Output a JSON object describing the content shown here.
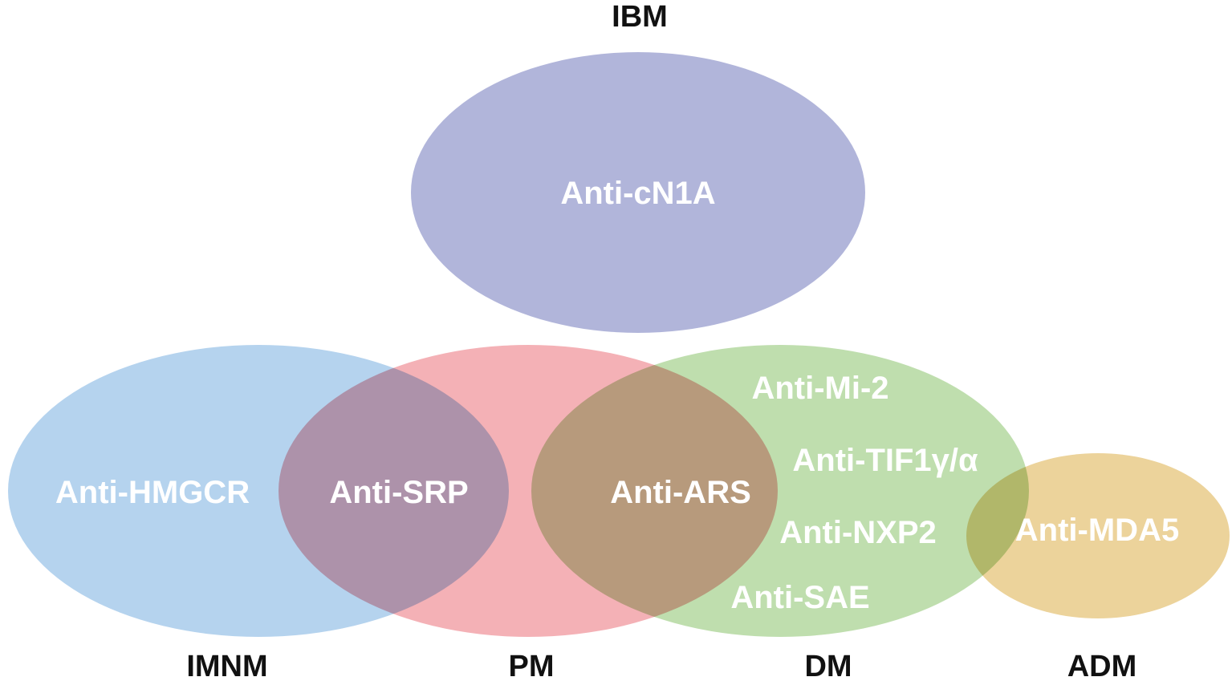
{
  "groups": {
    "ibm": {
      "label": "IBM",
      "color": "#b1b5da"
    },
    "imnm": {
      "label": "IMNM",
      "color": "#b5d3ee"
    },
    "pm": {
      "label": "PM",
      "color": "#f4b1b6"
    },
    "dm": {
      "label": "DM",
      "color": "#bfdeae"
    },
    "adm": {
      "label": "ADM",
      "color": "#ecd39b"
    }
  },
  "antibodies": {
    "cn1a": "Anti-cN1A",
    "hmgcr": "Anti-HMGCR",
    "srp": "Anti-SRP",
    "ars": "Anti-ARS",
    "mi2": "Anti-Mi-2",
    "tif1": "Anti-TIF1γ/α",
    "nxp2": "Anti-NXP2",
    "sae": "Anti-SAE",
    "mda5": "Anti-MDA5"
  }
}
